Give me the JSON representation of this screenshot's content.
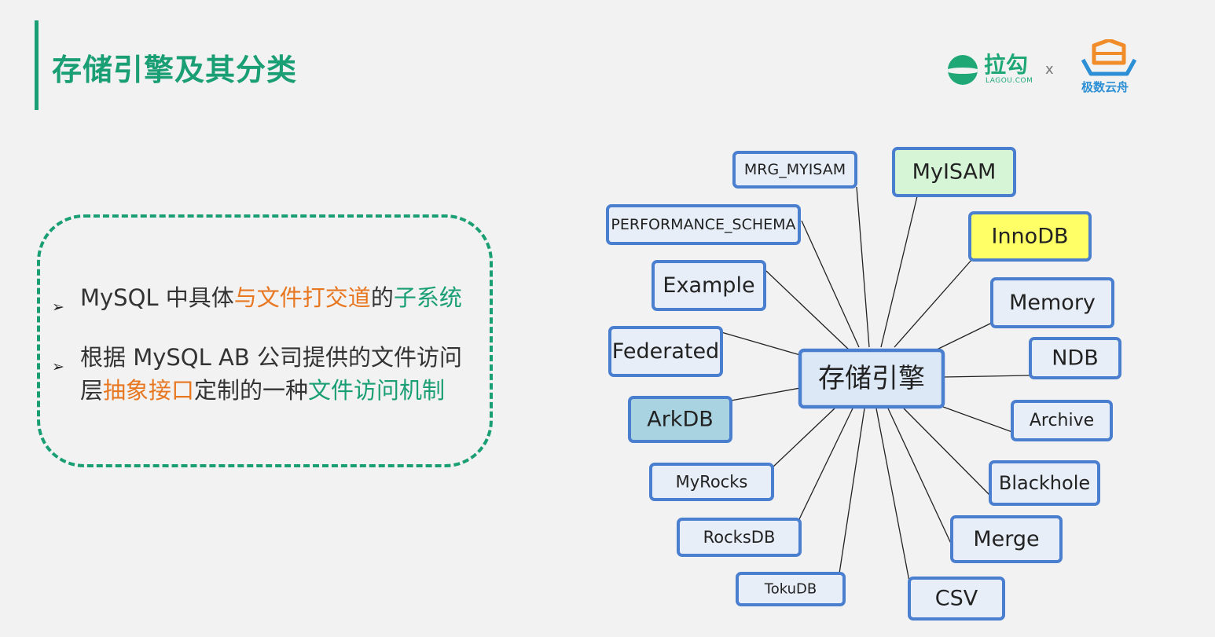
{
  "header": {
    "title": "存储引擎及其分类",
    "logo_lagou_cn": "拉勾",
    "logo_lagou_en": "LAGOU.COM",
    "logo_separator": "x",
    "logo_jishu": "极数云舟"
  },
  "content": {
    "bullet1": {
      "part1": "MySQL 中具体",
      "part2": "与文件打交道",
      "part3": "的",
      "part4": "子系统"
    },
    "bullet2": {
      "line1": "根据 MySQL AB 公司提供的文件访问",
      "line2_part1": "层",
      "line2_part2": "抽象接口",
      "line2_part3": "定制的一种",
      "line2_part4": "文件访问机制"
    }
  },
  "diagram": {
    "center": {
      "label": "存储引擎",
      "fill": "#dde8f7"
    },
    "nodes": [
      {
        "label": "MRG_MYISAM",
        "fill": "#e8eef8"
      },
      {
        "label": "MyISAM",
        "fill": "#d6f5d6"
      },
      {
        "label": "PERFORMANCE_SCHEMA",
        "fill": "#e8eef8"
      },
      {
        "label": "InnoDB",
        "fill": "#ffff66"
      },
      {
        "label": "Example",
        "fill": "#e8eef8"
      },
      {
        "label": "Memory",
        "fill": "#e8eef8"
      },
      {
        "label": "Federated",
        "fill": "#e8eef8"
      },
      {
        "label": "NDB",
        "fill": "#e8eef8"
      },
      {
        "label": "ArkDB",
        "fill": "#a9d3e0"
      },
      {
        "label": "Archive",
        "fill": "#e8eef8"
      },
      {
        "label": "MyRocks",
        "fill": "#e8eef8"
      },
      {
        "label": "Blackhole",
        "fill": "#e8eef8"
      },
      {
        "label": "RocksDB",
        "fill": "#e8eef8"
      },
      {
        "label": "Merge",
        "fill": "#e8eef8"
      },
      {
        "label": "TokuDB",
        "fill": "#e8eef8"
      },
      {
        "label": "CSV",
        "fill": "#e8eef8"
      }
    ],
    "colors": {
      "border": "#4a7fd0",
      "edge": "#222222",
      "accent": "#1a9e74",
      "highlight": "#e87722"
    }
  }
}
